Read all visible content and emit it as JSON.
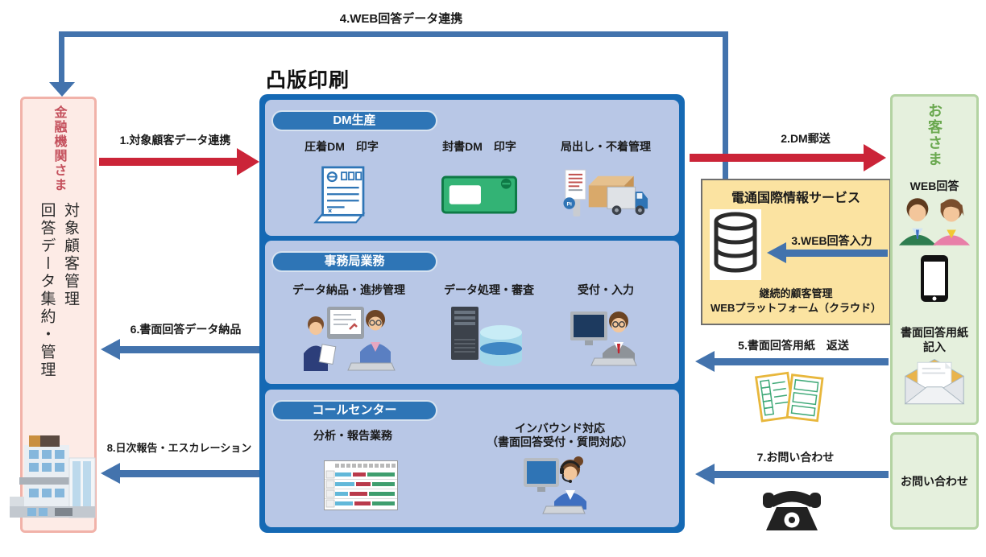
{
  "labels": {
    "arrow1": "1.対象顧客データ連携",
    "arrow2": "2.DM郵送",
    "arrow3": "3.WEB回答入力",
    "arrow4": "4.WEB回答データ連携",
    "arrow5": "5.書面回答用紙　返送",
    "arrow6": "6.書面回答データ納品",
    "arrow7": "7.お問い合わせ",
    "arrow8": "8.日次報告・エスカレーション"
  },
  "financial": {
    "name": "金融機関さま",
    "role1": "対象顧客管理",
    "role2": "回答データ集約・管理"
  },
  "toppan": {
    "title": "凸版印刷",
    "dm": {
      "header": "DM生産",
      "item1": "圧着DM　印字",
      "item2": "封書DM　印字",
      "item3": "局出し・不着管理"
    },
    "office": {
      "header": "事務局業務",
      "item1": "データ納品・進捗管理",
      "item2": "データ処理・審査",
      "item3": "受付・入力"
    },
    "call": {
      "header": "コールセンター",
      "item1": "分析・報告業務",
      "item2_line1": "インバウンド対応",
      "item2_line2": "（書面回答受付・質問対応）"
    }
  },
  "isid": {
    "title": "電通国際情報サービス",
    "caption1": "継続的顧客管理",
    "caption2": "WEBプラットフォーム（クラウド）"
  },
  "customer": {
    "name": "お客さま",
    "web": "WEB回答",
    "paper1": "書面回答用紙",
    "paper2": "記入"
  },
  "inquiry": {
    "label": "お問い合わせ"
  },
  "icons": {
    "pi_badge": "Pi"
  },
  "colors": {
    "red_arrow": "#cb2438",
    "blue_arrow": "#4373ad",
    "toppan_frame": "#1569b4",
    "section_fill": "#b8c7e6",
    "header_pill": "#2e75b6",
    "isid_fill": "#fbe3a1",
    "customer_fill": "#e5f0dd",
    "customer_border": "#b3d3a2",
    "financial_fill": "#fdebe6",
    "financial_border": "#f1b2a9",
    "financial_text": "#c4505c",
    "customer_text": "#6aa84f"
  }
}
